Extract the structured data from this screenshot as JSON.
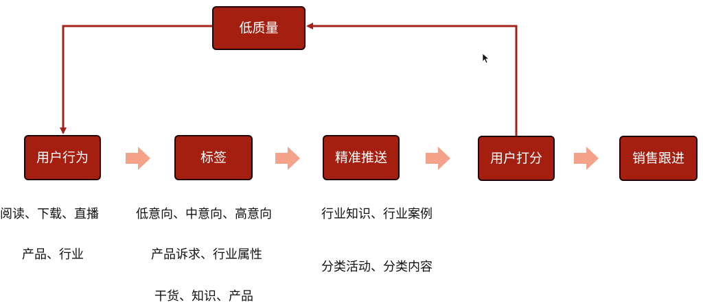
{
  "colors": {
    "node_fill": "#a51f10",
    "node_border": "#1f0000",
    "connector": "#a3231a",
    "flow_arrow": "#f4a28a"
  },
  "nodes": {
    "low_quality": "低质量",
    "user_behavior": "用户行为",
    "tags": "标签",
    "precise_push": "精准推送",
    "user_scoring": "用户打分",
    "sales_followup": "销售跟进"
  },
  "labels": {
    "behavior_1": "阅读、下载、直播",
    "behavior_2": "产品、行业",
    "tags_1": "低意向、中意向、高意向",
    "tags_2": "产品诉求、行业属性",
    "tags_3": "干货、知识、产品",
    "push_1": "行业知识、行业案例",
    "push_2": "分类活动、分类内容"
  }
}
